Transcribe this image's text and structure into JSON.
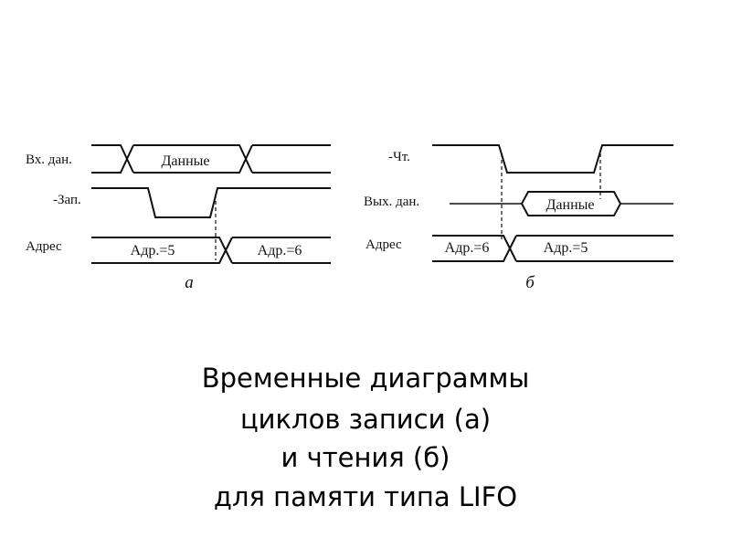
{
  "diagram_a": {
    "signals": {
      "data_in": "Вх. дан.",
      "write": "-Зап.",
      "address": "Адрес"
    },
    "data_cell": "Данные",
    "addr_cells": [
      "Адр.=5",
      "Адр.=6"
    ],
    "sublabel": "а"
  },
  "diagram_b": {
    "signals": {
      "read": "-Чт.",
      "data_out": "Вых. дан.",
      "address": "Адрес"
    },
    "data_cell": "Данные",
    "addr_cells": [
      "Адр.=6",
      "Адр.=5"
    ],
    "sublabel": "б"
  },
  "caption": {
    "line1": "Временные диаграммы",
    "line2": "циклов записи (а)",
    "line3": "и чтения (б)",
    "line4": "для памяти типа LIFO"
  }
}
